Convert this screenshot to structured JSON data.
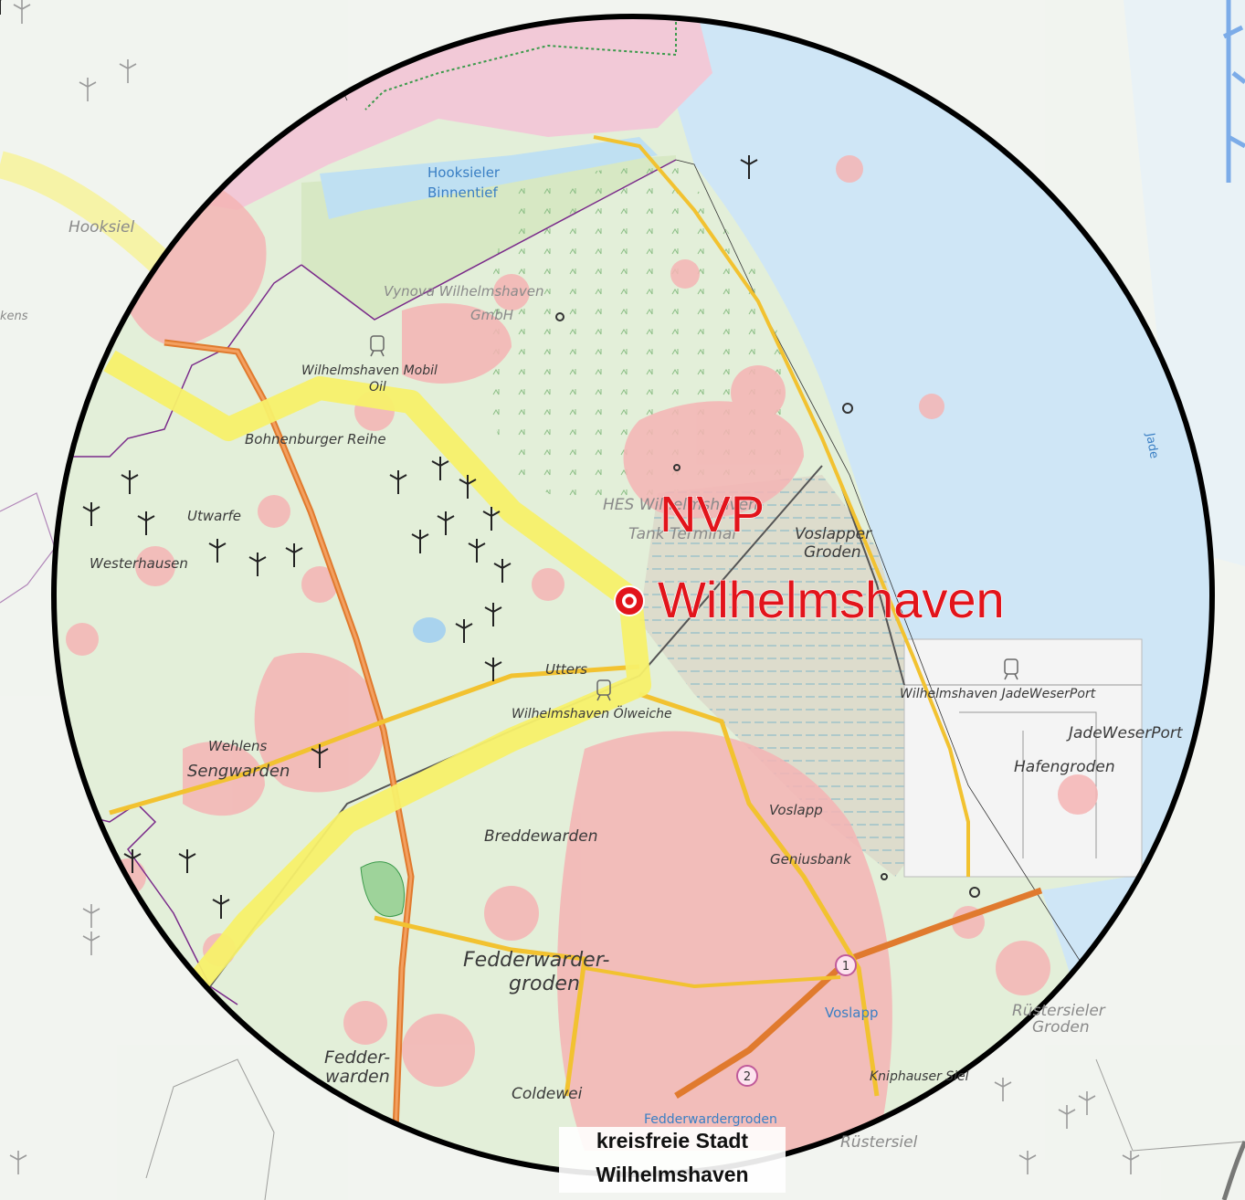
{
  "map": {
    "poi": {
      "line1": "NVP",
      "line2": "Wilhelmshaven",
      "color": "#e2141b"
    },
    "admin_label": {
      "line1": "kreisfreie Stadt",
      "line2": "Wilhelmshaven"
    },
    "labels": {
      "hooksieler_binnentief_1": "Hooksieler",
      "hooksieler_binnentief_2": "Binnentief",
      "hooksiel": "Hooksiel",
      "vynova_1": "Vynova Wilhelmshaven",
      "vynova_2": "GmbH",
      "wilhelmshaven_mobil": "Wilhelmshaven Mobil",
      "oil": "Oil",
      "bohnenburger_reihe": "Bohnenburger Reihe",
      "utwarfe": "Utwarfe",
      "westerhausen": "Westerhausen",
      "hes_1": "HES Wilhelmshaven",
      "hes_2": "Tank Terminal",
      "voslapper_groden_1": "Voslapper",
      "voslapper_groden_2": "Groden",
      "jade": "Jade",
      "utters": "Utters",
      "wilhelmshaven_olweiche": "Wilhelmshaven Ölweiche",
      "wilhelmshaven_jadeweserport": "Wilhelmshaven JadeWeserPort",
      "jadeweserport": "JadeWeserPort",
      "hafengroden": "Hafengroden",
      "wehlens": "Wehlens",
      "sengwarden": "Sengwarden",
      "voslapp_village": "Voslapp",
      "geniusbank": "Geniusbank",
      "breddewarden": "Breddewarden",
      "fedderwardergroden_1": "Fedderwarder-",
      "fedderwardergroden_2": "groden",
      "voslapp_district": "Voslapp",
      "ruestersieler_1": "Rüstersieler",
      "ruestersieler_2": "Groden",
      "fedderwarden_1": "Fedder-",
      "fedderwarden_2": "warden",
      "coldewei": "Coldewei",
      "kniphauser": "Kniphauser Siel",
      "fedderwardergroden_small": "Fedderwardergroden",
      "ruestersiel": "Rüstersiel",
      "kens": "kens"
    },
    "route_badges": [
      "1",
      "2"
    ],
    "colors": {
      "water": "#cfe6f6",
      "land": "#e3efd9",
      "settlement": "#f5b4b4",
      "highway": "#e07a2e",
      "road": "#f2c230",
      "pipeline_corridor": "#f7f06a",
      "circle": "#000000",
      "boundary": "#7a2a8a"
    },
    "icons": {
      "wind_turbine": "wind-turbine-icon",
      "poi_marker": "target-marker-icon",
      "rail_station": "rail-station-icon",
      "industrial": "industrial-site-icon"
    }
  }
}
